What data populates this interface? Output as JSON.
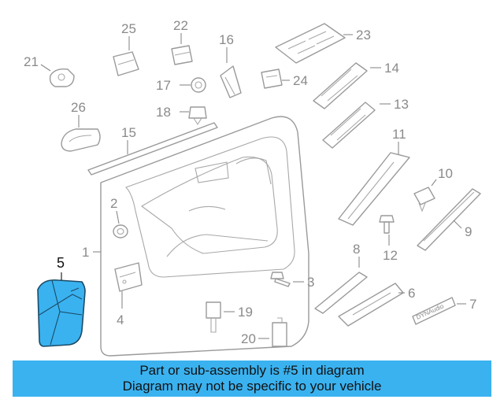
{
  "callouts": [
    "1",
    "2",
    "3",
    "4",
    "5",
    "6",
    "7",
    "8",
    "9",
    "10",
    "11",
    "12",
    "13",
    "14",
    "15",
    "16",
    "17",
    "18",
    "19",
    "20",
    "21",
    "22",
    "23",
    "24",
    "25",
    "26"
  ],
  "badge_text": "DYNAudio",
  "banner": {
    "line1": "Part or sub-assembly is #5 in diagram",
    "line2": "Diagram may not be specific to your vehicle"
  },
  "colors": {
    "highlight": "#3ab2f0",
    "banner": "#3ab2f0",
    "line_art": "#9a9a9a"
  }
}
